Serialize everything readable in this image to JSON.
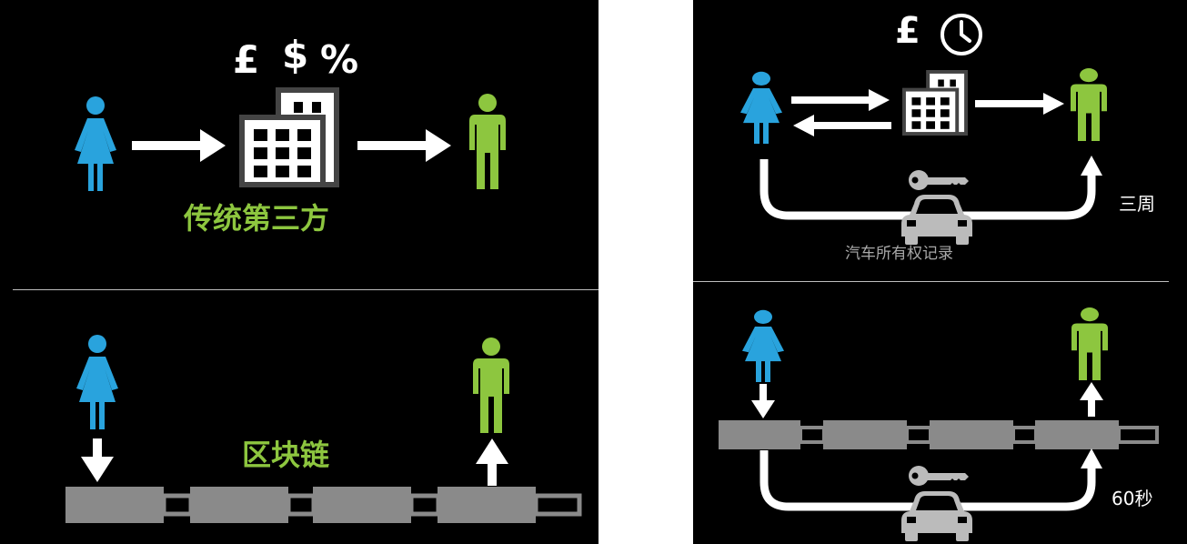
{
  "left": {
    "top_symbols": [
      "£",
      "$",
      "%"
    ],
    "traditional_label": "传统第三方",
    "blockchain_label": "区块链"
  },
  "right": {
    "top_symbols": [
      "£"
    ],
    "ownership_label": "汽车所有权记录",
    "duration_traditional": "三周",
    "duration_blockchain": "60秒"
  },
  "colors": {
    "background": "#000000",
    "woman": "#29a3dd",
    "man": "#8dc63f",
    "arrow": "#ffffff",
    "chain": "#8a8a8a",
    "label_green": "#8dc63f",
    "label_grey": "#a8a8a8",
    "divider": "#bdbdbd"
  },
  "icons": [
    "woman-icon",
    "man-icon",
    "building-icon",
    "clock-icon",
    "key-icon",
    "car-icon",
    "chain-block"
  ]
}
